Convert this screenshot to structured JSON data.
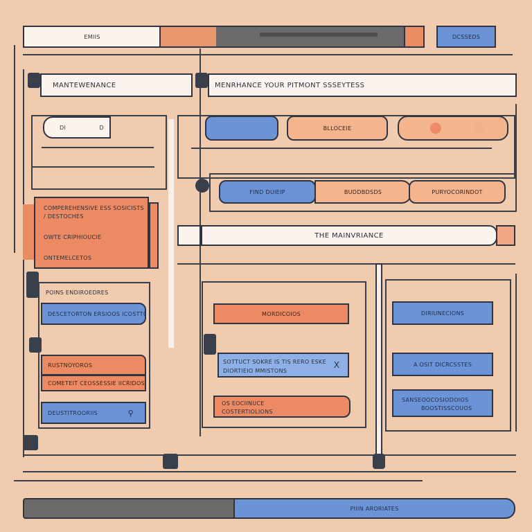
{
  "top_bar": {
    "left_label": "EMIIS",
    "right_label": "DCSSEDS"
  },
  "headers": {
    "left_title": "MANTEWENANCE",
    "right_title": "MENRHANCE YOUR PITMONT SSSEYTESS",
    "middle_title": "THE MAINVRIANCE"
  },
  "top_row": {
    "small_field_left": "DI",
    "small_field_right": "D",
    "pill_label": "BLLOCEIE"
  },
  "second_row": {
    "blue_label": "FIND DUIEIP",
    "orange_label": "BUDDBDSDS",
    "peach_label": "PURYOCORINDOT"
  },
  "left_card": {
    "line1": "COMPEREHENSIVE ESS SOSICISTS",
    "line2": "/ DESTOCHES",
    "line3": "OWTE CRIPHIOUCIE",
    "line4": "ONTEMELCETOS"
  },
  "left_column": {
    "section_label": "POINS ENDIROEDRES",
    "blue1": "DESCETORTON ERSIOOS ICOSTTOES",
    "orange1": "RUSTNOYOROS",
    "orange2": "COMETEIT CEOSSESSIE IICRIDOS",
    "blue2": "DEUSTITROORIIS"
  },
  "middle_column": {
    "orange_header": "MORDICOIOS",
    "blue_line1": "SOTTUCT SOKRE IS TIS RERO ESKE",
    "blue_line2": "DIORTIEIO MMISTONS",
    "blue_icon_glyph": "X",
    "orange_line1": "OS EOCIINUCE",
    "orange_line2": "COSTERTIOLIONS"
  },
  "right_column": {
    "blue1": "DIRIUNECIONS",
    "blue2": "A OSIT DICRCSSTES",
    "blue3_line1": "SANSEOOCOSIODOIOS",
    "blue3_line2": "BOOSTISSCOUOS"
  },
  "bottom_bar": {
    "label": "PIIIN ARORIATES"
  },
  "colors": {
    "background": "#f0cbad",
    "blue": "#6b93d6",
    "orange": "#ec8b63",
    "peach": "#f3b48e",
    "dark": "#3a3f4c"
  }
}
